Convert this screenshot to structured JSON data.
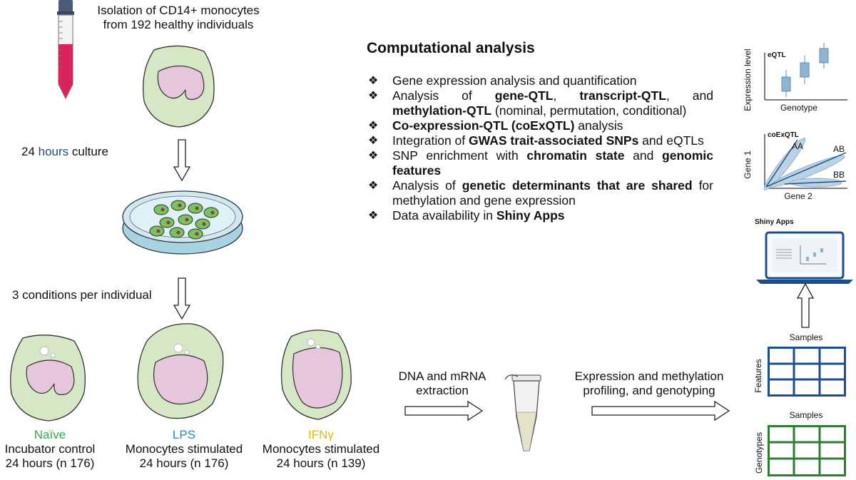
{
  "isolation": {
    "line1": "Isolation of CD14+ monocytes",
    "line2": "from 192 healthy individuals"
  },
  "culture_label_prefix": "24 ",
  "culture_label_hours": "hours",
  "culture_label_suffix": " culture",
  "conditions_label": "3 conditions per individual",
  "conditions": [
    {
      "name": "Naïve",
      "color": "#2fa84f",
      "line1": "Incubator control",
      "line2": "24 hours (n 176)"
    },
    {
      "name": "LPS",
      "color": "#2a86c4",
      "line1": "Monocytes stimulated",
      "line2": "24 hours (n 176)"
    },
    {
      "name": "IFNγ",
      "color": "#e6b800",
      "line1": "Monocytes stimulated",
      "line2": "24 hours (n 139)"
    }
  ],
  "extraction": {
    "line1": "DNA and mRNA",
    "line2": "extraction"
  },
  "profiling": {
    "line1": "Expression and methylation",
    "line2": "profiling, and genotyping"
  },
  "computational": {
    "title": "Computational analysis",
    "items": [
      [
        "Gene expression analysis and quantification"
      ],
      [
        "Analysis of ",
        {
          "b": "gene-QTL"
        },
        ", ",
        {
          "b": "transcript-QTL"
        },
        ", and ",
        {
          "b": "methylation-QTL"
        },
        " (nominal, permutation, conditional)"
      ],
      [
        {
          "b": "Co-expression-QTL (coExQTL)"
        },
        " analysis"
      ],
      [
        "Integration of ",
        {
          "b": "GWAS trait-associated SNPs"
        },
        " and eQTLs"
      ],
      [
        "SNP enrichment with ",
        {
          "b": "chromatin state"
        },
        " and ",
        {
          "b": "genomic features"
        }
      ],
      [
        "Analysis of ",
        {
          "b": "genetic determinants that are shared"
        },
        " for methylation and gene expression"
      ],
      [
        "Data availability in ",
        {
          "b": "Shiny Apps"
        }
      ]
    ]
  },
  "eqtl_plot": {
    "tag": "eQTL",
    "ylabel": "Expression level",
    "xlabel": "Genotype"
  },
  "coexqtl_plot": {
    "tag": "coExQTL",
    "ylabel": "Gene 1",
    "xlabel": "Gene 2",
    "labels": [
      "AA",
      "AB",
      "BB"
    ]
  },
  "shiny": {
    "title": "Shiny Apps"
  },
  "features_grid": {
    "top_label": "Samples",
    "side_label": "Features",
    "color": "#1f4e8c"
  },
  "genotypes_grid": {
    "top_label": "Samples",
    "side_label": "Genotypes",
    "color": "#2e7d32"
  }
}
